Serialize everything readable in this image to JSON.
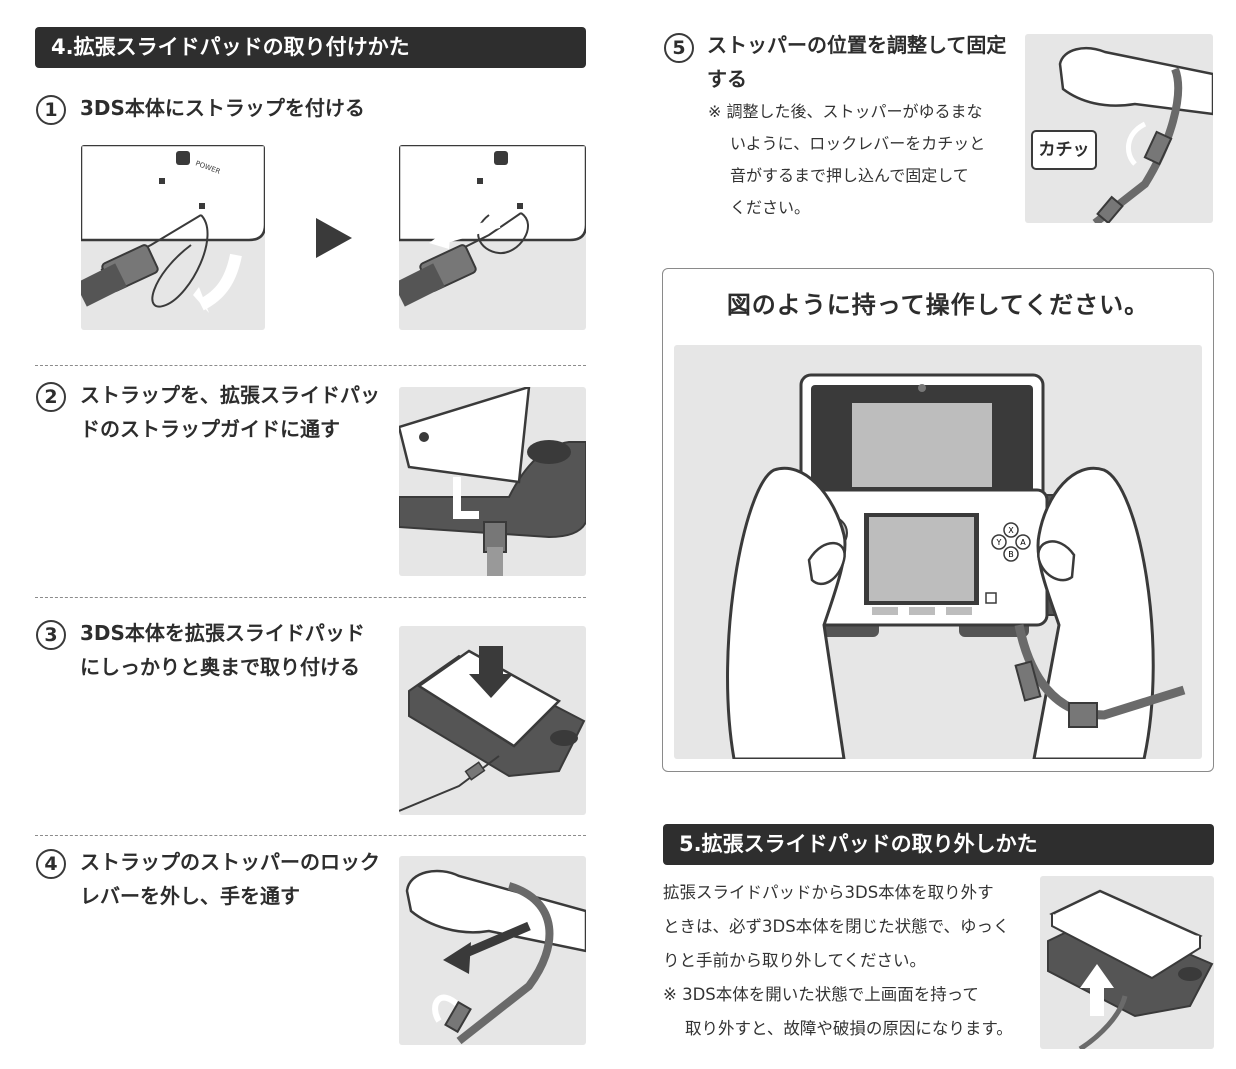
{
  "section4": {
    "title": "4.拡張スライドパッドの取り付けかた",
    "steps": [
      {
        "num": "1",
        "lines": [
          "3DS本体にストラップを付ける"
        ]
      },
      {
        "num": "2",
        "lines": [
          "ストラップを、拡張スライドパッ",
          "ドのストラップガイドに通す"
        ]
      },
      {
        "num": "3",
        "lines": [
          "3DS本体を拡張スライドパッド",
          "にしっかりと奥まで取り付ける"
        ]
      },
      {
        "num": "4",
        "lines": [
          "ストラップのストッパーのロック",
          "レバーを外し、手を通す"
        ]
      }
    ],
    "power_label": "POWER"
  },
  "step5": {
    "num": "5",
    "lines": [
      "ストッパーの位置を調整して固定",
      "する"
    ],
    "note_lines": [
      "※ 調整した後、ストッパーがゆるまな",
      "いように、ロックレバーをカチッと",
      "音がするまで押し込んで固定して",
      "ください。"
    ],
    "callout": "カチッ"
  },
  "hold_box": {
    "title": "図のように持って操作してください。",
    "buttons": [
      "X",
      "Y",
      "A",
      "B"
    ]
  },
  "section5": {
    "title": "5.拡張スライドパッドの取り外しかた",
    "lines": [
      "拡張スライドパッドから3DS本体を取り外す",
      "ときは、必ず3DS本体を閉じた状態で、ゆっく",
      "りと手前から取り外してください。",
      "※ 3DS本体を開いた状態で上画面を持って",
      "取り外すと、故障や破損の原因になります。"
    ]
  },
  "colors": {
    "bar": "#2e2e2e",
    "panel": "#e6e6e6",
    "dark_gray": "#5a5a5a",
    "mid_gray": "#9a9a9a"
  }
}
